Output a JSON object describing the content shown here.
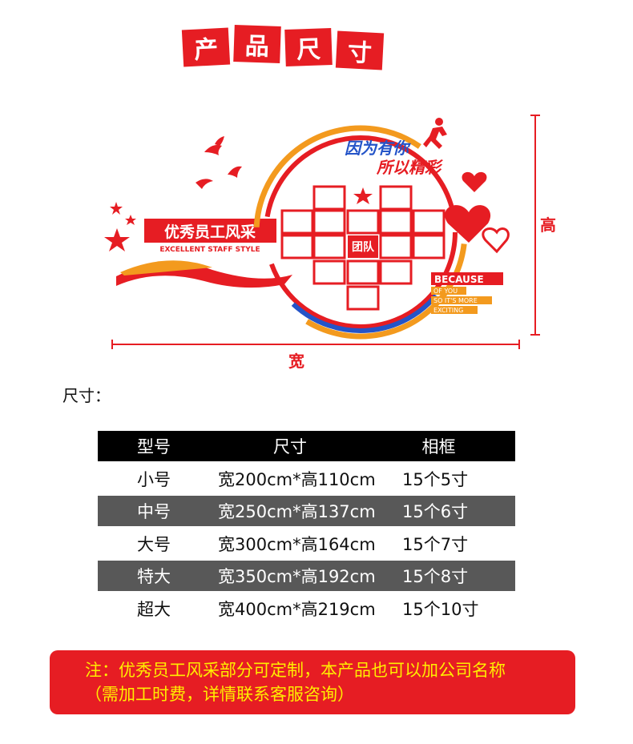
{
  "title_chars": [
    "产",
    "品",
    "尺",
    "寸"
  ],
  "illustration": {
    "banner_title": "优秀员工风采",
    "banner_subtitle": "EXCELLENT STAFF STYLE",
    "slogan_line1": "因为有你",
    "slogan_line2": "所以精彩",
    "center_label": "团队",
    "because": "BECAUSE",
    "of_you": "OF YOU",
    "so_its_more": "SO IT'S MORE",
    "exciting": "EXCITING",
    "width_label": "宽",
    "height_label": "高"
  },
  "spec_heading": "尺寸：",
  "table": {
    "headers": [
      "型号",
      "尺寸",
      "相框"
    ],
    "rows": [
      [
        "小号",
        "宽200cm*高110cm",
        "15个5寸"
      ],
      [
        "中号",
        "宽250cm*高137cm",
        "15个6寸"
      ],
      [
        "大号",
        "宽300cm*高164cm",
        "15个7寸"
      ],
      [
        "特大",
        "宽350cm*高192cm",
        "15个8寸"
      ],
      [
        "超大",
        "宽400cm*高219cm",
        "15个10寸"
      ]
    ]
  },
  "note": {
    "line1": "注：优秀员工风采部分可定制，本产品也可以加公司名称",
    "line2": "（需加工时费，详情联系客服咨询）"
  },
  "colors": {
    "red": "#e61d23",
    "orange": "#f39a1e",
    "blue": "#2454c8",
    "dark_row": "#585858"
  }
}
